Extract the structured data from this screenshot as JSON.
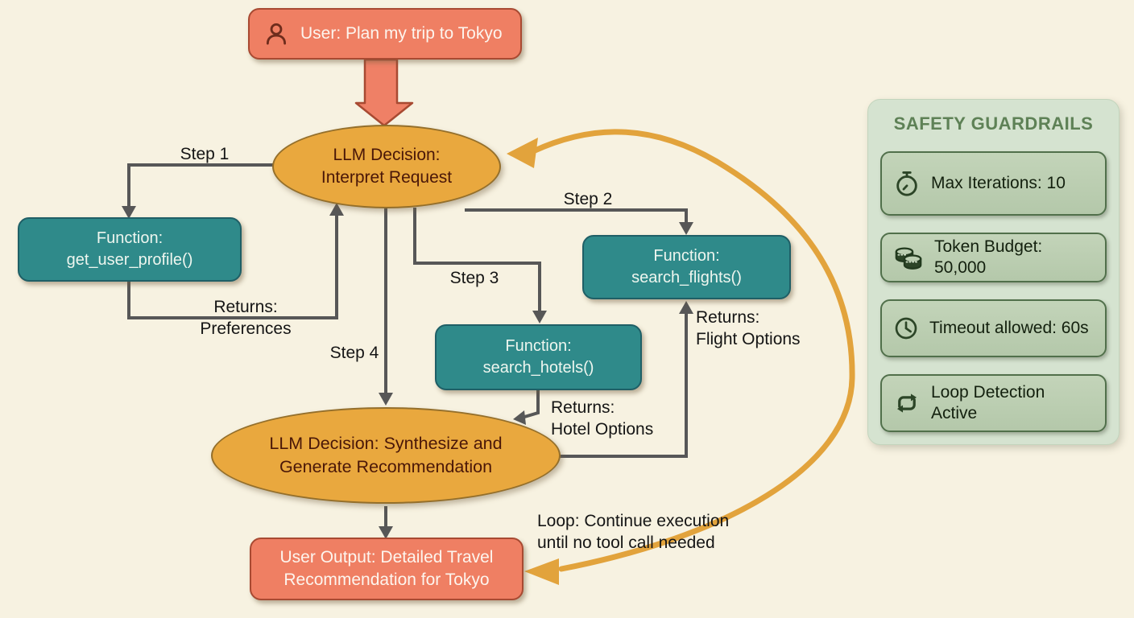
{
  "nodes": {
    "user_input": "User: Plan my trip to Tokyo",
    "interpret": "LLM Decision:\nInterpret Request",
    "get_profile": "Function:\nget_user_profile()",
    "search_flights": "Function:\nsearch_flights()",
    "search_hotels": "Function:\nsearch_hotels()",
    "synthesize": "LLM Decision: Synthesize and\nGenerate Recommendation",
    "user_output": "User Output: Detailed Travel\nRecommendation for Tokyo"
  },
  "edges": {
    "step1": "Step 1",
    "step2": "Step 2",
    "step3": "Step 3",
    "step4": "Step 4",
    "returns_preferences": "Returns:\nPreferences",
    "returns_flights": "Returns:\nFlight Options",
    "returns_hotels": "Returns:\nHotel Options",
    "loop_note": "Loop: Continue execution\nuntil no tool call needed"
  },
  "guardrails": {
    "title": "SAFETY GUARDRAILS",
    "items": [
      {
        "icon": "stopwatch-icon",
        "label": "Max Iterations: 10"
      },
      {
        "icon": "coins-icon",
        "label": "Token Budget:\n50,000"
      },
      {
        "icon": "clock-icon",
        "label": "Timeout allowed: 60s"
      },
      {
        "icon": "loop-icon",
        "label": "Loop Detection\nActive"
      }
    ]
  },
  "colors": {
    "background": "#f7f2e1",
    "salmon": "#ef7f63",
    "salmon_border": "#a84a32",
    "gold": "#e9a83e",
    "teal": "#2f8a8a",
    "line_gray": "#575757",
    "loop_orange": "#e2a33c",
    "panel_bg": "#d5e3d0",
    "card_bg": "#bccfb2",
    "icon_green": "#2c4527",
    "title_green": "#5e8156"
  }
}
